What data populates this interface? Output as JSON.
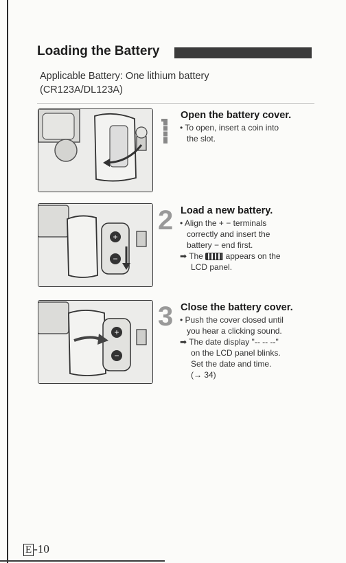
{
  "page": {
    "title": "Loading the Battery",
    "intro_line1": "Applicable Battery: One lithium battery",
    "intro_line2": "(CR123A/DL123A)",
    "footer_letter": "E",
    "footer_page": "-10"
  },
  "steps": [
    {
      "number": "1",
      "title": "Open the battery cover.",
      "lines": [
        "• To open, insert a coin into",
        "the slot."
      ]
    },
    {
      "number": "2",
      "title": "Load a new battery.",
      "lines": [
        "• Align the + − terminals",
        "correctly and insert the",
        "battery − end first.",
        "➡ The",
        "appears on the",
        "LCD panel."
      ]
    },
    {
      "number": "3",
      "title": "Close the battery cover.",
      "lines": [
        "• Push the cover closed until",
        "you hear a clicking sound.",
        "➡ The date display \"-- -- --\"",
        "on the LCD panel blinks.",
        "Set the date and time.",
        "(→ 34)"
      ]
    }
  ],
  "icons": {
    "step1_number": "number-one-icon",
    "battery": "battery-indicator-icon"
  }
}
